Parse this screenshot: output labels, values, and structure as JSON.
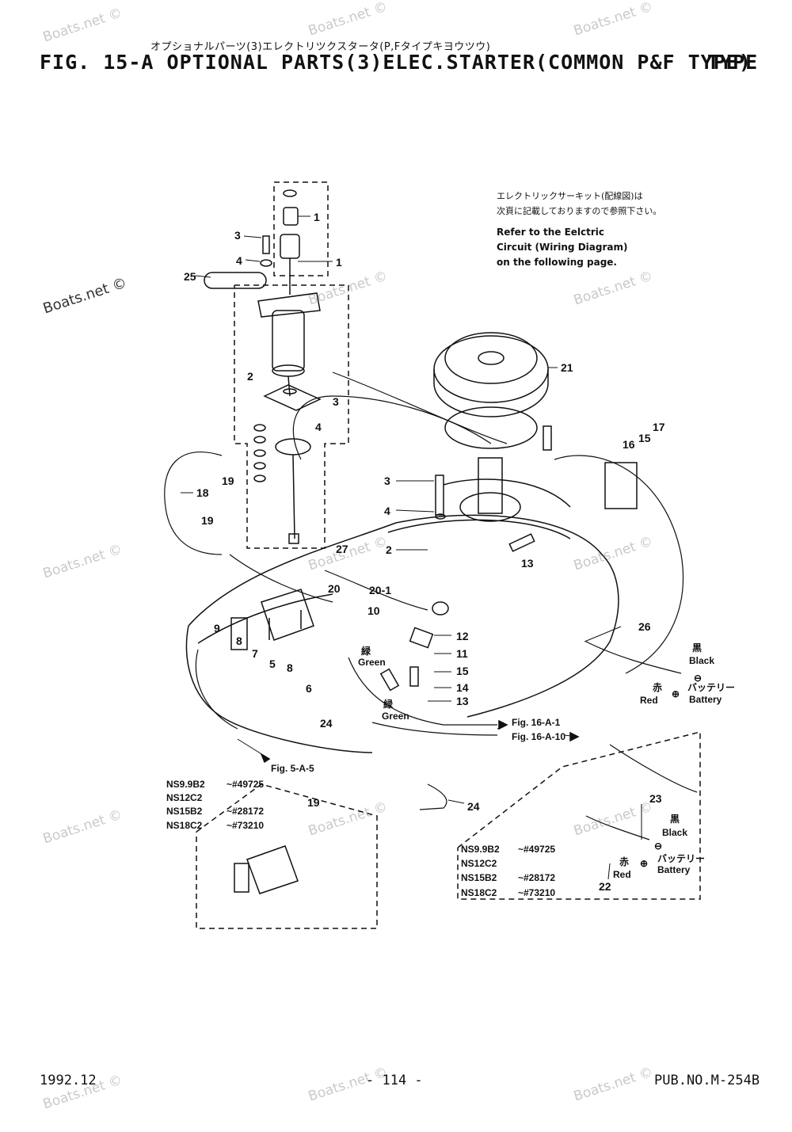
{
  "header": {
    "subtitle_jp": "オプショナルパーツ(3)エレクトリツクスタータ(P,Fタイプキヨウツウ)",
    "title": "FIG. 15-A OPTIONAL PARTS(3)ELEC.STARTER(COMMON P&F TYPE)",
    "type_label": "TYPE"
  },
  "note": {
    "jp_line1": "エレクトリックサーキット(配線図)は",
    "jp_line2": "次頁に記載しておりますので参照下さい。",
    "en_line1": "Refer to the Eelctric",
    "en_line2": "Circuit (Wiring Diagram)",
    "en_line3": "on the following page."
  },
  "watermark": "Boats.net ©",
  "callouts": [
    "1",
    "1",
    "3",
    "4",
    "25",
    "2",
    "3",
    "4",
    "18",
    "19",
    "19",
    "21",
    "16",
    "15",
    "17",
    "3",
    "4",
    "2",
    "13",
    "27",
    "20",
    "20-1",
    "10",
    "9",
    "8",
    "7",
    "5",
    "8",
    "6",
    "12",
    "11",
    "15",
    "14",
    "13",
    "26",
    "24",
    "24",
    "19",
    "23",
    "22"
  ],
  "wire_labels": {
    "green1_jp": "緑",
    "green1": "Green",
    "green2_jp": "緑",
    "green2": "Green",
    "black_jp": "黒",
    "black": "Black",
    "red_jp": "赤",
    "red": "Red",
    "battery_jp": "バッテリー",
    "battery": "Battery",
    "black2_jp": "黒",
    "black2": "Black",
    "red2_jp": "赤",
    "red2": "Red",
    "battery2_jp": "バッテリー",
    "battery2": "Battery",
    "plus": "⊕",
    "minus": "⊖"
  },
  "references": {
    "fig16_a1": "Fig. 16-A-1",
    "fig16_a10": "Fig. 16-A-10",
    "fig5_a5": "Fig. 5-A-5"
  },
  "models_left": [
    {
      "model": "NS9.9B2",
      "range": "~#49725"
    },
    {
      "model": "NS12C2",
      "range": ""
    },
    {
      "model": "NS15B2",
      "range": "~#28172"
    },
    {
      "model": "NS18C2",
      "range": "~#73210"
    }
  ],
  "models_right": [
    {
      "model": "NS9.9B2",
      "range": "~#49725"
    },
    {
      "model": "NS12C2",
      "range": ""
    },
    {
      "model": "NS15B2",
      "range": "~#28172"
    },
    {
      "model": "NS18C2",
      "range": "~#73210"
    }
  ],
  "footer": {
    "date": "1992.12",
    "page": "- 114 -",
    "pub": "PUB.NO.M-254B"
  }
}
